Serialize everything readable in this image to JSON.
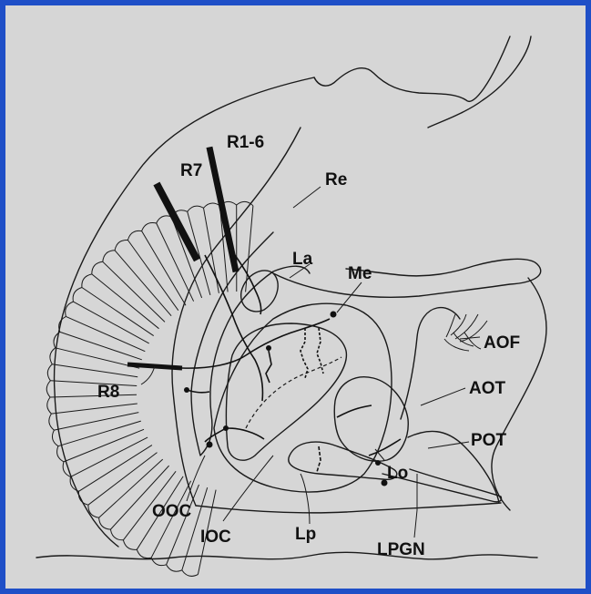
{
  "labels": {
    "r1_6": "R1-6",
    "r7": "R7",
    "re": "Re",
    "la": "La",
    "me": "Me",
    "aof": "AOF",
    "aot": "AOT",
    "r8": "R8",
    "pot": "POT",
    "ooc": "OOC",
    "lo": "Lo",
    "ioc": "IOC",
    "lp": "Lp",
    "lpgn": "LPGN"
  },
  "colors": {
    "frame_border": "#1f4fc7",
    "background": "#d6d6d6",
    "ink": "#1a1a1a"
  }
}
